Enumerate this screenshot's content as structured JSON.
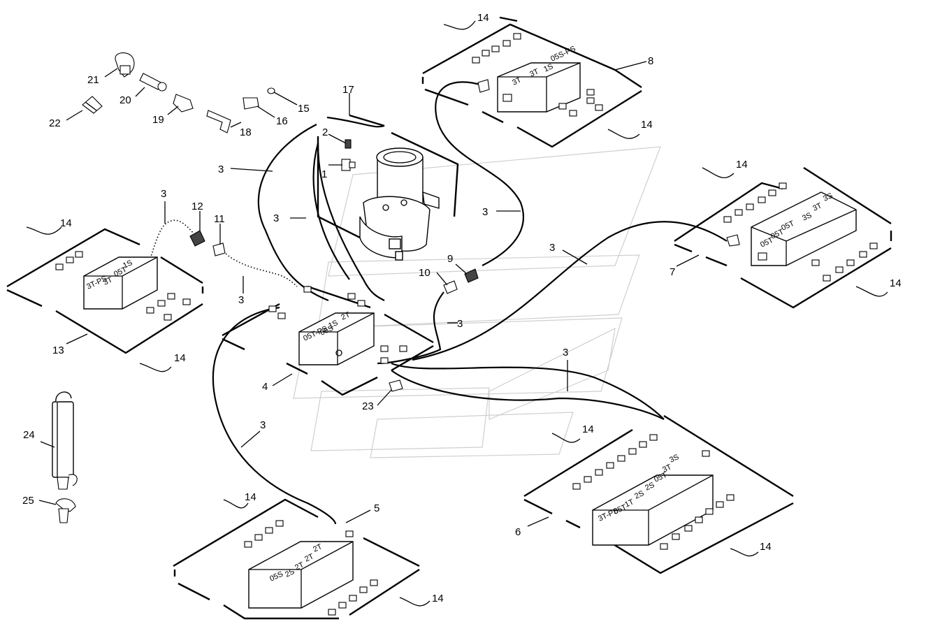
{
  "callouts": {
    "c1": "1",
    "c2": "2",
    "c3": "3",
    "c4": "4",
    "c5": "5",
    "c6": "6",
    "c7": "7",
    "c8": "8",
    "c9": "9",
    "c10": "10",
    "c11": "11",
    "c12": "12",
    "c13": "13",
    "c14": "14",
    "c15": "15",
    "c16": "16",
    "c17": "17",
    "c18": "18",
    "c19": "19",
    "c20": "20",
    "c21": "21",
    "c22": "22",
    "c23": "23",
    "c24": "24",
    "c25": "25"
  },
  "blocks": {
    "b8": {
      "labels": [
        "05S-PS",
        "1S",
        "3T",
        "3T"
      ]
    },
    "b7": {
      "labels": [
        "3S",
        "3T",
        "3S",
        "05T",
        "05T",
        "05T"
      ]
    },
    "b13": {
      "labels": [
        "1S",
        "05T",
        "3T",
        "3T-PS"
      ]
    },
    "b4": {
      "labels": [
        "2T",
        "1S",
        "05S",
        "05T-PS"
      ]
    },
    "b6": {
      "labels": [
        "3S",
        "3T",
        "05T",
        "2S",
        "2S",
        "1T",
        "05T",
        "3T-PS"
      ]
    },
    "b5": {
      "labels": [
        "2T",
        "2T",
        "2T",
        "2S",
        "05S"
      ]
    }
  }
}
